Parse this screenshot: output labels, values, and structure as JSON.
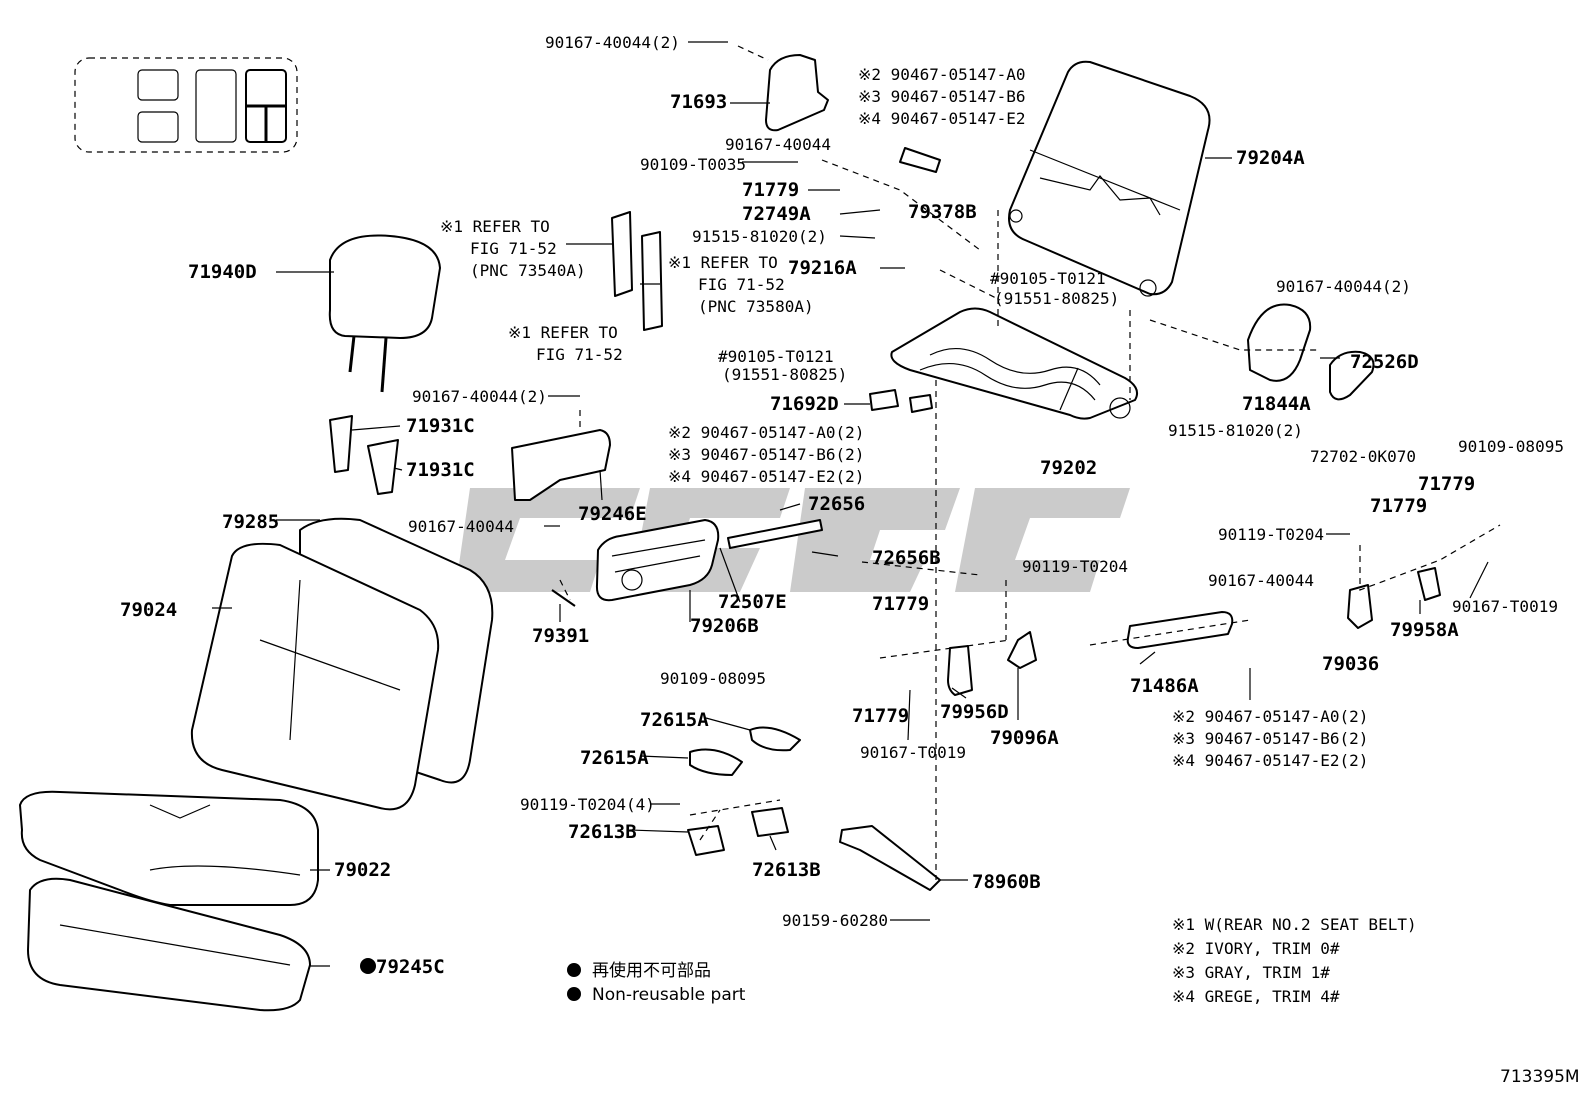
{
  "figure_code": "713395M",
  "watermark": "",
  "legend": {
    "jp": "再使用不可部品",
    "en": "Non-reusable part"
  },
  "notes": [
    "※1 W(REAR NO.2 SEAT BELT)",
    "※2 IVORY, TRIM 0#",
    "※3 GRAY, TRIM 1#",
    "※4 GREGE, TRIM 4#"
  ],
  "refs": {
    "r1": [
      "※1 REFER TO",
      "FIG 71-52",
      "(PNC 73540A)"
    ],
    "r2": [
      "※1 REFER TO",
      "FIG 71-52",
      "(PNC 73580A)"
    ],
    "r3": [
      "※1 REFER TO",
      "FIG 71-52"
    ]
  },
  "parts": {
    "p01": "90167-40044(2)",
    "p02": "71693",
    "p03": "※2 90467-05147-A0",
    "p04": "※3 90467-05147-B6",
    "p05": "※4 90467-05147-E2",
    "p06": "90167-40044",
    "p07": "90109-T0035",
    "p08": "71779",
    "p09": "72749A",
    "p10": "79378B",
    "p11": "79204A",
    "p12": "91515-81020(2)",
    "p13": "79216A",
    "p14": "71940D",
    "p15": "#90105-T0121",
    "p16": "(91551-80825)",
    "p17": "90167-40044(2)",
    "p18": "72526D",
    "p19": "#90105-T0121",
    "p20": "(91551-80825)",
    "p21": "90167-40044(2)",
    "p22": "71692D",
    "p23": "71844A",
    "p24": "71931C",
    "p25": "※2 90467-05147-A0(2)",
    "p26": "91515-81020(2)",
    "p27": "71931C",
    "p28": "※3 90467-05147-B6(2)",
    "p29": "72702-0K070",
    "p30": "90109-08095",
    "p31": "※4 90467-05147-E2(2)",
    "p32": "79202",
    "p33": "71779",
    "p34": "79285",
    "p35": "72656",
    "p36": "71779",
    "p37": "90167-40044",
    "p38": "79246E",
    "p39": "90119-T0204",
    "p40": "72656B",
    "p41": "90119-T0204",
    "p42": "79024",
    "p43": "72507E",
    "p44": "90167-40044",
    "p45": "90167-T0019",
    "p46": "71779",
    "p47": "79391",
    "p48": "79206B",
    "p49": "79958A",
    "p50": "79036",
    "p51": "90109-08095",
    "p52": "71486A",
    "p53": "72615A",
    "p54": "71779",
    "p55": "79956D",
    "p56": "※2 90467-05147-A0(2)",
    "p57": "90167-T0019",
    "p58": "79096A",
    "p59": "※3 90467-05147-B6(2)",
    "p60": "72615A",
    "p61": "※4 90467-05147-E2(2)",
    "p62": "90119-T0204(4)",
    "p63": "72613B",
    "p64": "72613B",
    "p65": "79022",
    "p66": "78960B",
    "p67": "90159-60280",
    "p68": "79245C"
  }
}
